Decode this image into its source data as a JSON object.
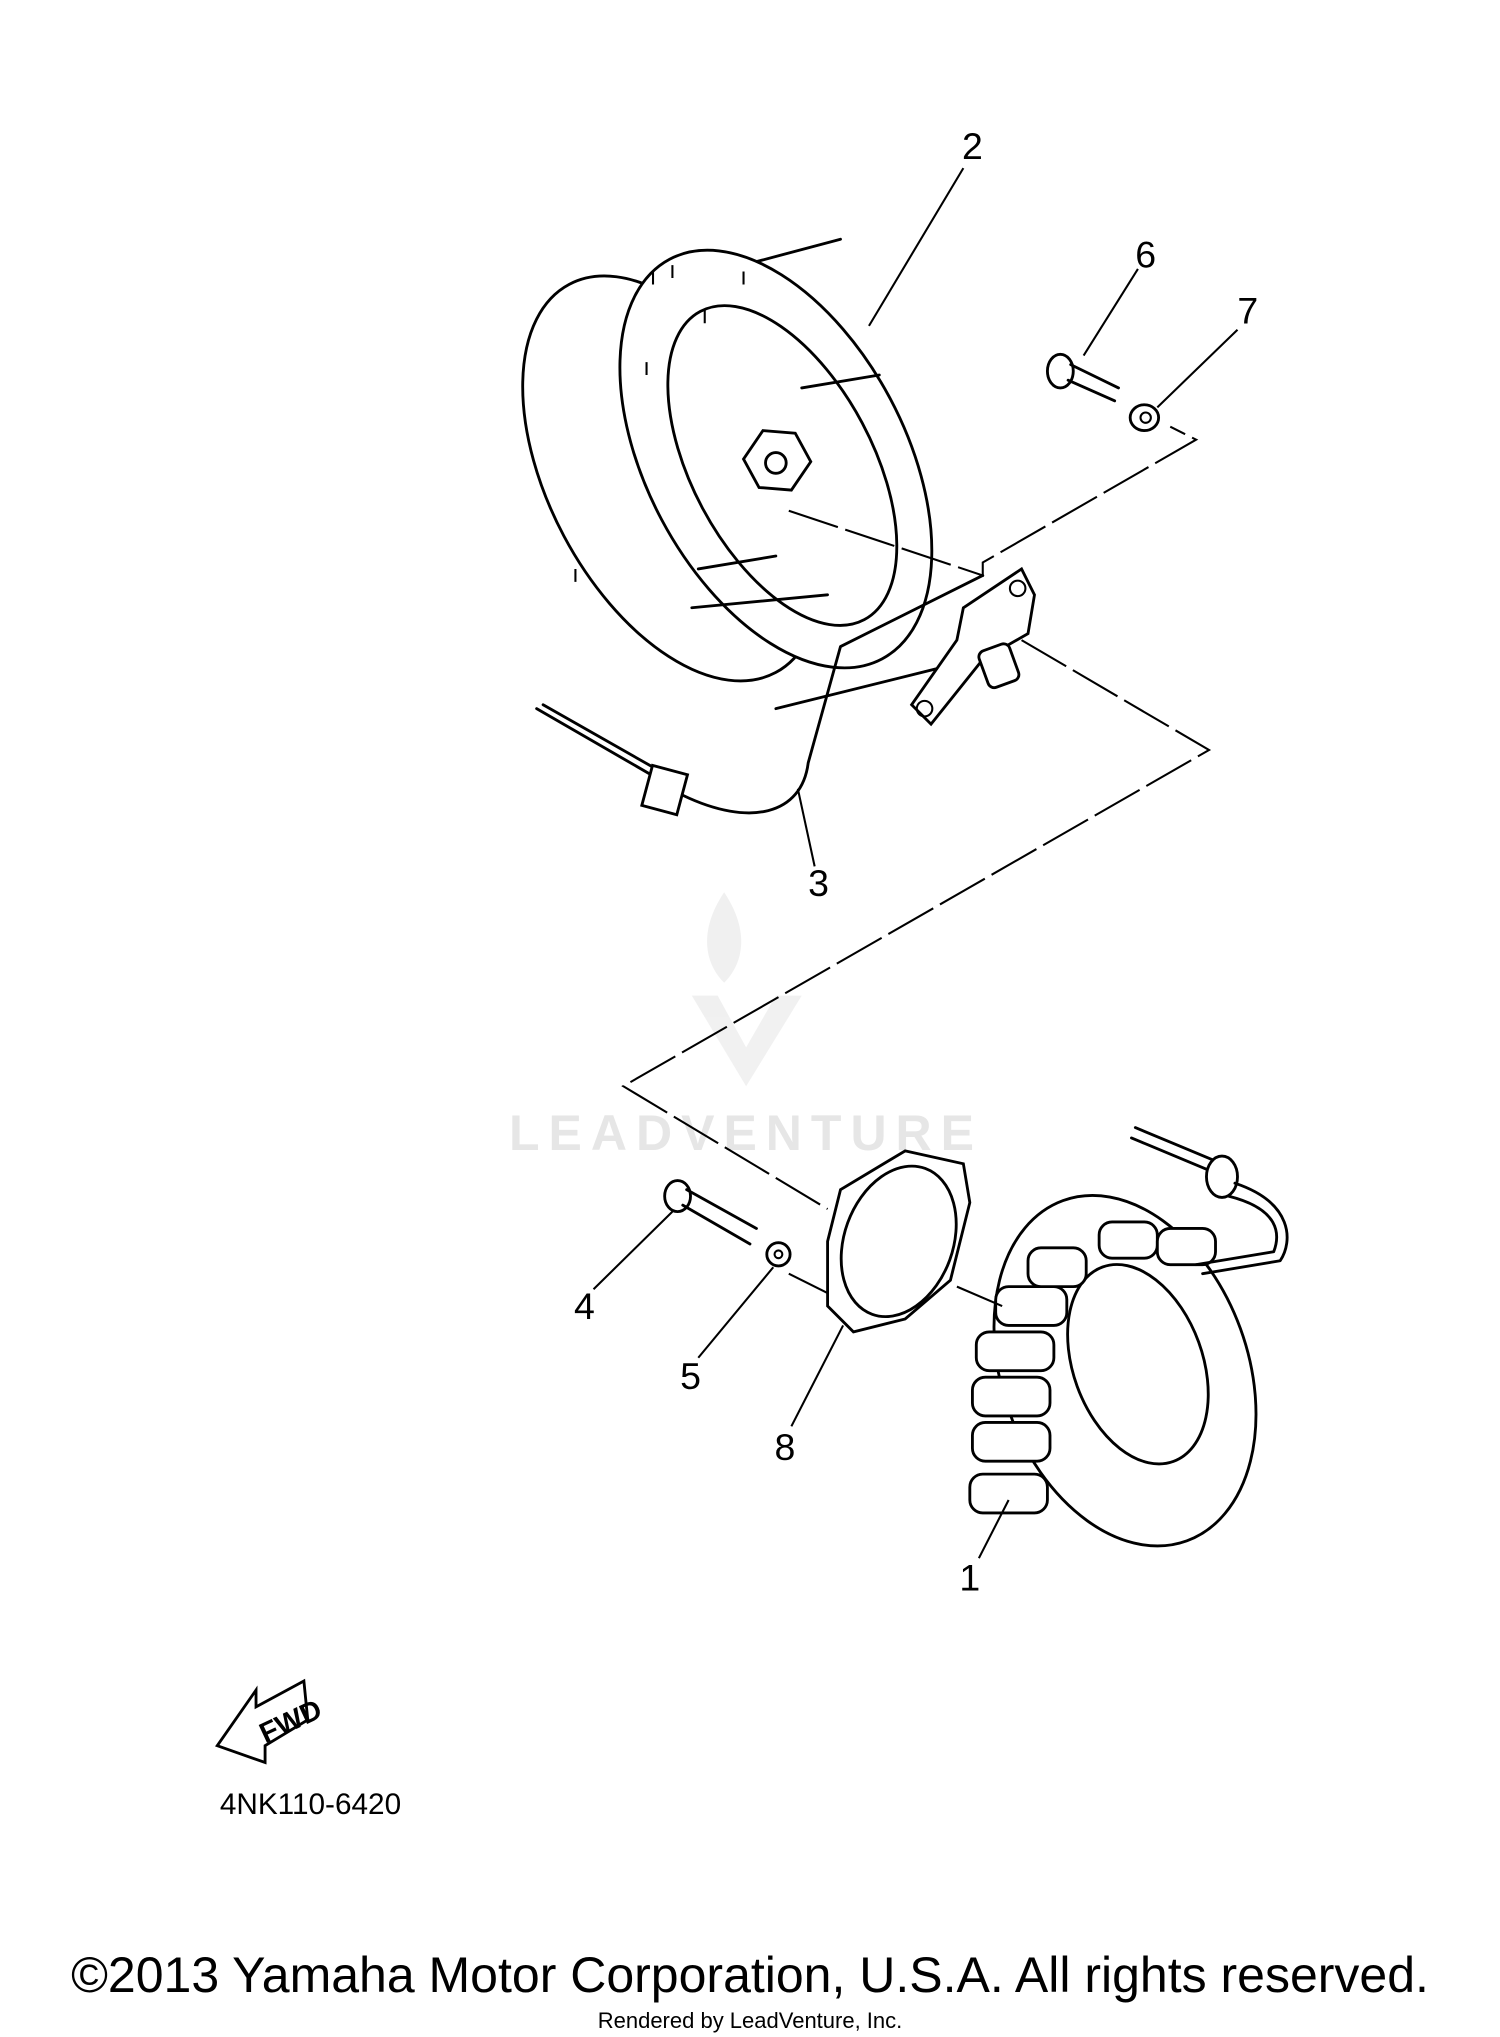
{
  "diagram": {
    "part_callouts": [
      "1",
      "2",
      "3",
      "4",
      "5",
      "6",
      "7",
      "8"
    ],
    "direction_marker": "FWD",
    "diagram_code": "4NK110-6420",
    "watermark": "LEADVENTURE",
    "copyright": "©2013 Yamaha Motor Corporation, U.S.A. All rights reserved.",
    "rendered_by": "Rendered by LeadVenture, Inc."
  }
}
